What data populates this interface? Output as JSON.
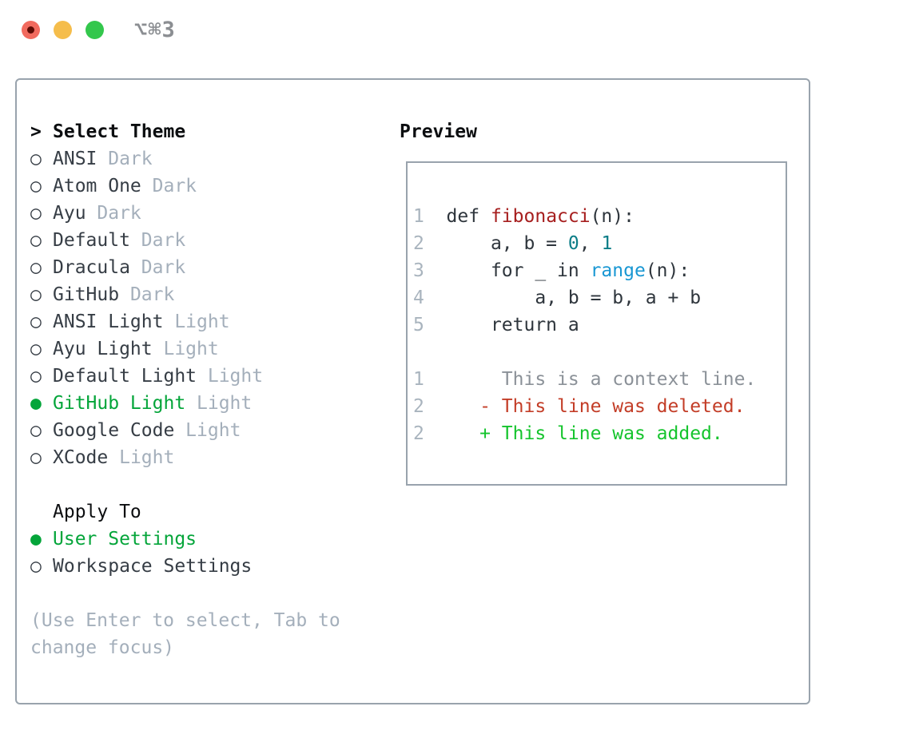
{
  "window": {
    "title": "⌥⌘3",
    "traffic_lights": [
      {
        "name": "close",
        "color": "#f16a5e"
      },
      {
        "name": "minimize",
        "color": "#f5bd4b"
      },
      {
        "name": "zoom",
        "color": "#33c74c"
      }
    ]
  },
  "markers": {
    "selected": "●",
    "unselected": "○",
    "header": ">"
  },
  "theme_panel": {
    "header": {
      "marker": ">",
      "label": "Select Theme"
    },
    "themes": [
      {
        "name": "ANSI",
        "variant": "Dark",
        "selected": false
      },
      {
        "name": "Atom One",
        "variant": "Dark",
        "selected": false
      },
      {
        "name": "Ayu",
        "variant": "Dark",
        "selected": false
      },
      {
        "name": "Default",
        "variant": "Dark",
        "selected": false
      },
      {
        "name": "Dracula",
        "variant": "Dark",
        "selected": false
      },
      {
        "name": "GitHub",
        "variant": "Dark",
        "selected": false
      },
      {
        "name": "ANSI Light",
        "variant": "Light",
        "selected": false
      },
      {
        "name": "Ayu Light",
        "variant": "Light",
        "selected": false
      },
      {
        "name": "Default Light",
        "variant": "Light",
        "selected": false
      },
      {
        "name": "GitHub Light",
        "variant": "Light",
        "selected": true
      },
      {
        "name": "Google Code",
        "variant": "Light",
        "selected": false
      },
      {
        "name": "XCode",
        "variant": "Light",
        "selected": false
      }
    ],
    "apply_to": {
      "label": "Apply To",
      "options": [
        {
          "name": "User Settings",
          "selected": true
        },
        {
          "name": "Workspace Settings",
          "selected": false
        }
      ]
    },
    "hint_lines": [
      "(Use Enter to select, Tab to",
      "change focus)"
    ]
  },
  "preview": {
    "label": "Preview",
    "lines": [
      [],
      [
        {
          "c": "num",
          "t": "1"
        },
        {
          "c": "code",
          "t": "  def "
        },
        {
          "c": "fn",
          "t": "fibonacci"
        },
        {
          "c": "code",
          "t": "(n):"
        }
      ],
      [
        {
          "c": "num",
          "t": "2"
        },
        {
          "c": "code",
          "t": "      a, b = "
        },
        {
          "c": "lit",
          "t": "0"
        },
        {
          "c": "code",
          "t": ", "
        },
        {
          "c": "lit",
          "t": "1"
        }
      ],
      [
        {
          "c": "num",
          "t": "3"
        },
        {
          "c": "code",
          "t": "      for _ in "
        },
        {
          "c": "call",
          "t": "range"
        },
        {
          "c": "code",
          "t": "(n):"
        }
      ],
      [
        {
          "c": "num",
          "t": "4"
        },
        {
          "c": "code",
          "t": "          a, b = b, a + b"
        }
      ],
      [
        {
          "c": "num",
          "t": "5"
        },
        {
          "c": "code",
          "t": "      return a"
        }
      ],
      [],
      [
        {
          "c": "num",
          "t": "1"
        },
        {
          "c": "ctx",
          "t": "       This is a context line."
        }
      ],
      [
        {
          "c": "num",
          "t": "2"
        },
        {
          "c": "del",
          "t": "     - This line was deleted."
        }
      ],
      [
        {
          "c": "num",
          "t": "2"
        },
        {
          "c": "add",
          "t": "     + This line was added."
        }
      ]
    ]
  },
  "colors": {
    "accent_green": "#04a53a",
    "added_green": "#15c42d",
    "deleted_red": "#c33d27",
    "function_red": "#a61e1e",
    "number_teal": "#0c7d87",
    "call_blue": "#1997d3",
    "muted_gray": "#a4afbb",
    "border_gray": "#99a3ad"
  }
}
